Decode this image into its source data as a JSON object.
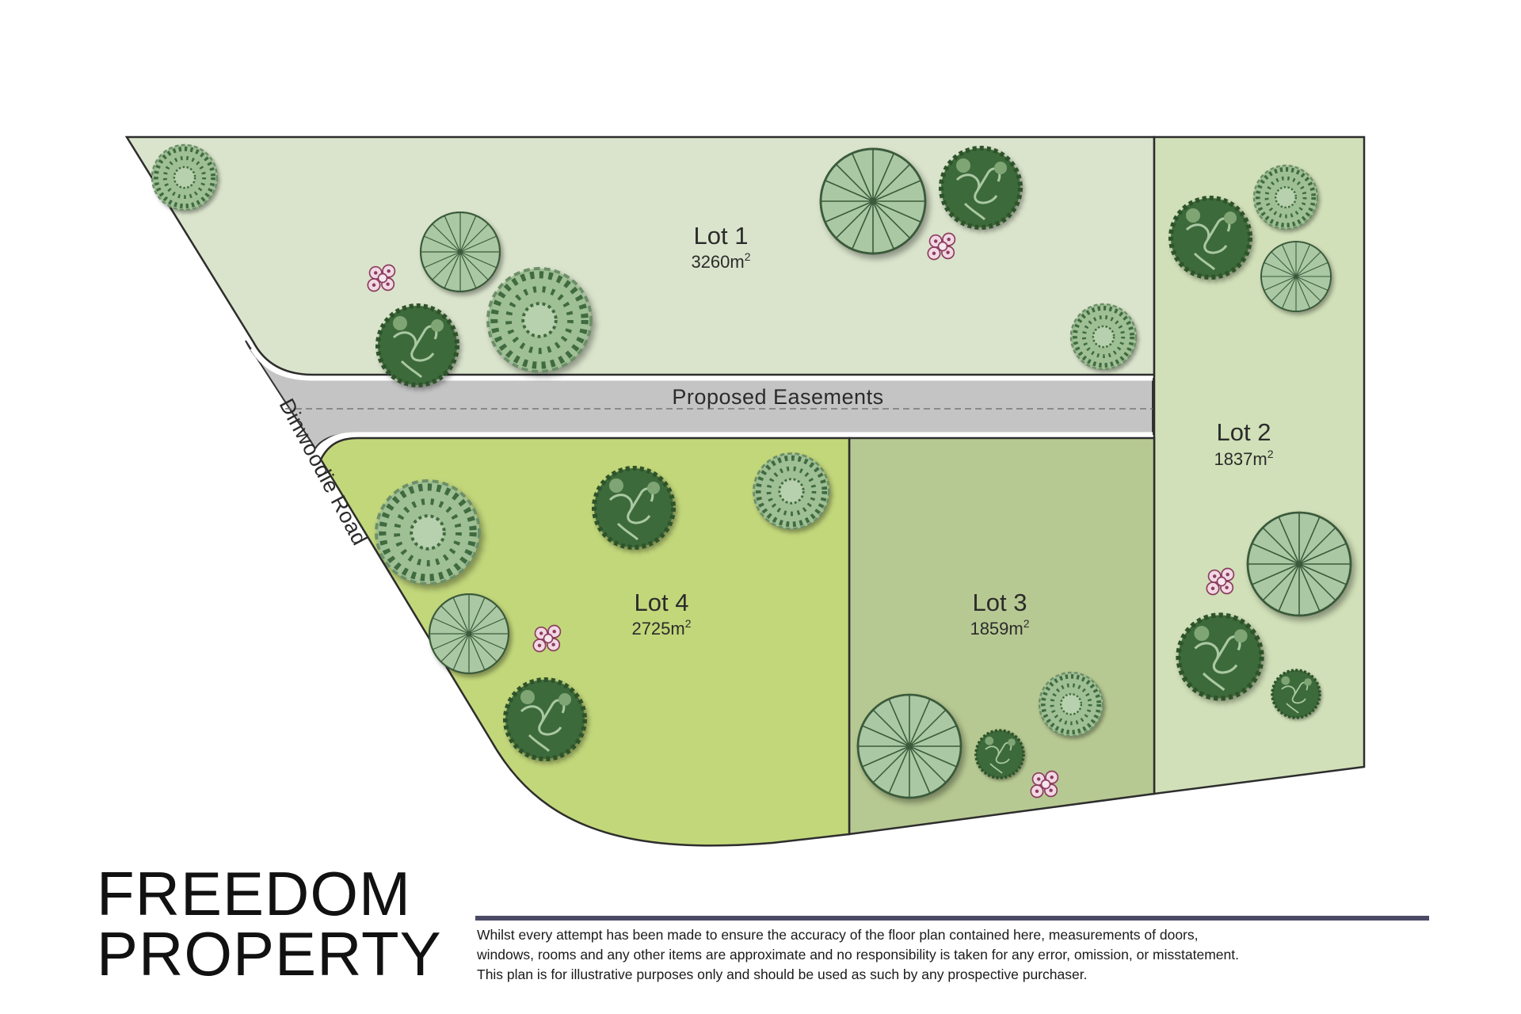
{
  "lots": [
    {
      "id": "lot1",
      "name": "Lot 1",
      "area": "3260m",
      "unit_sup": "2"
    },
    {
      "id": "lot2",
      "name": "Lot 2",
      "area": "1837m",
      "unit_sup": "2"
    },
    {
      "id": "lot3",
      "name": "Lot 3",
      "area": "1859m",
      "unit_sup": "2"
    },
    {
      "id": "lot4",
      "name": "Lot 4",
      "area": "2725m",
      "unit_sup": "2"
    }
  ],
  "easement_label": "Proposed Easements",
  "road_label": "Dinwoodie Road",
  "brand": {
    "line1": "FREEDOM",
    "line2": "PROPERTY"
  },
  "disclaimer": {
    "line1": "Whilst every attempt has been made to ensure the accuracy of the floor plan contained here, measurements of doors,",
    "line2": "windows, rooms and any other items are approximate and no responsibility is taken for any error, omission, or misstatement.",
    "line3": "This plan is for illustrative purposes only and should be used as such by any prospective purchaser."
  },
  "colors": {
    "lot1": "#dae4cc",
    "lot2": "#d1e0b8",
    "lot3": "#b7c992",
    "lot4": "#c2d77a",
    "easement": "#c4c4c4",
    "rule": "#4a4a66"
  }
}
